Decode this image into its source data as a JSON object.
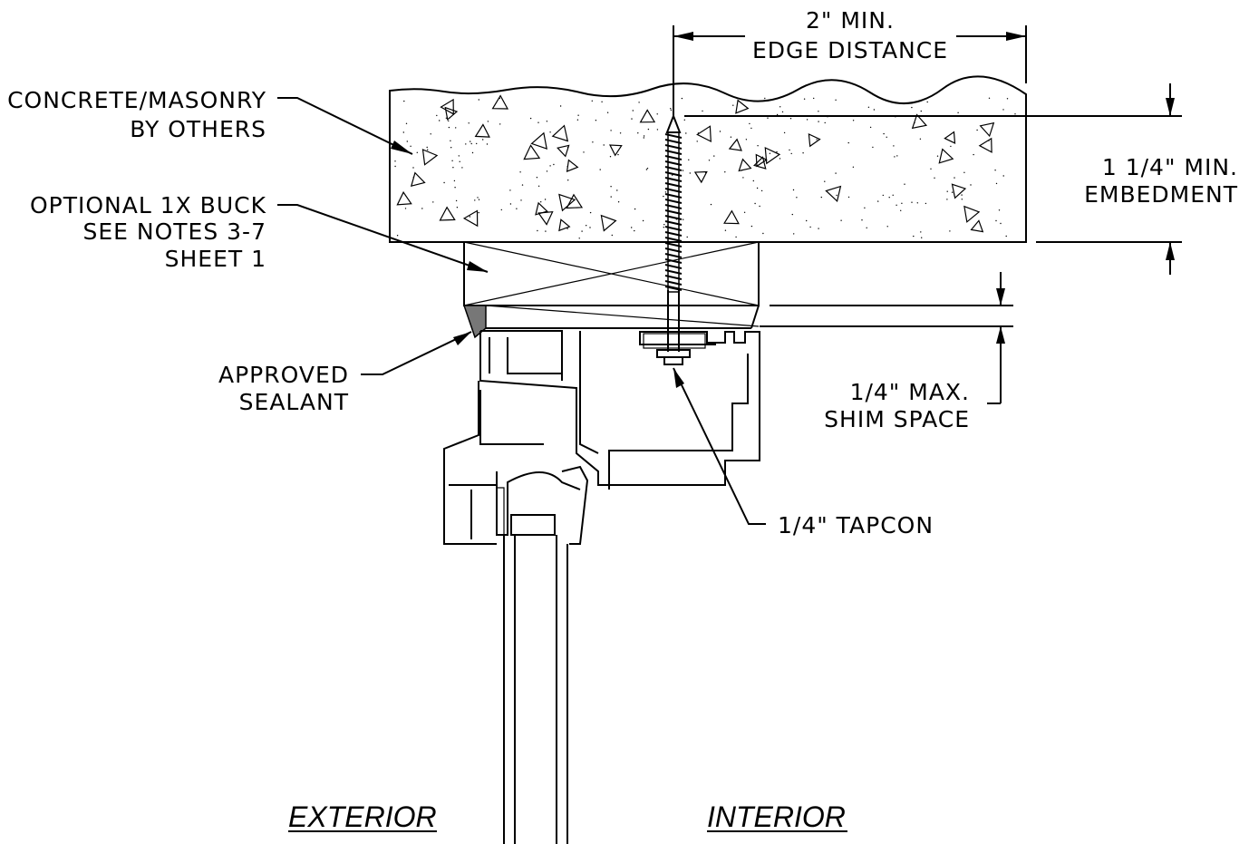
{
  "labels": {
    "edge_distance_line1": "2\" MIN.",
    "edge_distance_line2": "EDGE DISTANCE",
    "concrete_line1": "CONCRETE/MASONRY",
    "concrete_line2": "BY OTHERS",
    "buck_line1": "OPTIONAL 1X BUCK",
    "buck_line2": "SEE NOTES 3-7",
    "buck_line3": "SHEET 1",
    "embed_line1": "1 1/4\" MIN.",
    "embed_line2": "EMBEDMENT",
    "sealant_line1": "APPROVED",
    "sealant_line2": "SEALANT",
    "shim_line1": "1/4\" MAX.",
    "shim_line2": "SHIM SPACE",
    "tapcon": "1/4\" TAPCON",
    "exterior": "EXTERIOR",
    "interior": "INTERIOR"
  },
  "icons": {
    "screw": "tapcon-screw-icon",
    "concrete": "concrete-hatch",
    "buck": "wood-buck-cross",
    "frame": "window-frame-profile"
  },
  "colors": {
    "line": "#000000",
    "background": "#ffffff"
  }
}
